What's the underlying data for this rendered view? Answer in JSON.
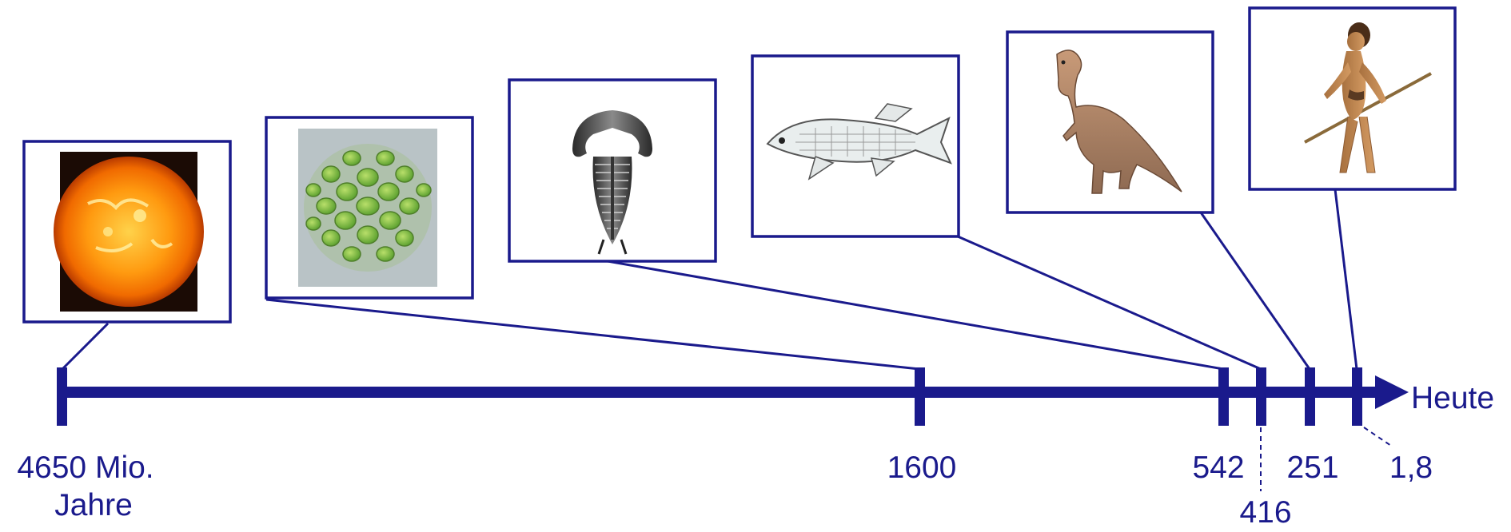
{
  "timeline": {
    "start_label_line1": "4650 Mio.",
    "start_label_line2": "Jahre",
    "end_label": "Heute",
    "ticks": [
      {
        "id": "tick-4650",
        "label": "4650 Mio. Jahre"
      },
      {
        "id": "tick-1600",
        "label": "1600"
      },
      {
        "id": "tick-542",
        "label": "542"
      },
      {
        "id": "tick-416",
        "label": "416"
      },
      {
        "id": "tick-251",
        "label": "251"
      },
      {
        "id": "tick-1-8",
        "label": "1,8"
      }
    ],
    "color": "#1a1a8c"
  },
  "images": [
    {
      "name": "sun-image",
      "depicts": "sun"
    },
    {
      "name": "green-algae-colony-image",
      "depicts": "green algae colony"
    },
    {
      "name": "trilobite-image",
      "depicts": "trilobite"
    },
    {
      "name": "fish-image",
      "depicts": "fish"
    },
    {
      "name": "dinosaur-image",
      "depicts": "dinosaur"
    },
    {
      "name": "early-human-image",
      "depicts": "early human"
    }
  ],
  "labels": {
    "t1600": "1600",
    "t542": "542",
    "t416": "416",
    "t251": "251",
    "t1_8": "1,8"
  }
}
